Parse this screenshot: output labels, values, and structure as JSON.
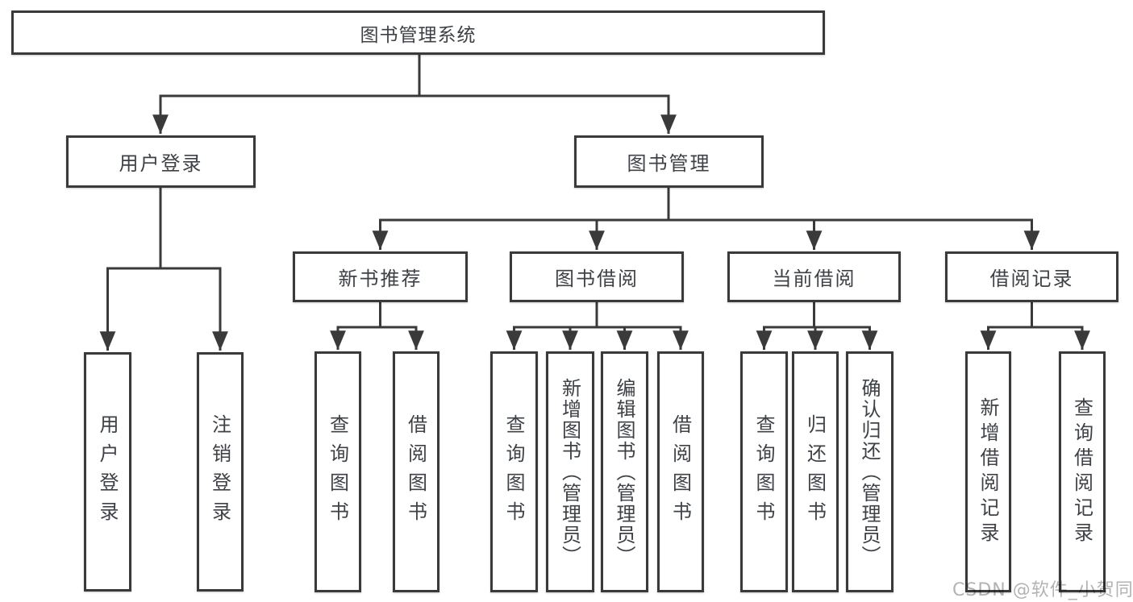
{
  "diagram": {
    "title": "图书管理系统",
    "branches": [
      {
        "label": "用户登录",
        "children": [
          {
            "label": "用户登录"
          },
          {
            "label": "注销登录"
          }
        ]
      },
      {
        "label": "图书管理",
        "children": [
          {
            "label": "新书推荐",
            "children": [
              {
                "label": "查询图书"
              },
              {
                "label": "借阅图书"
              }
            ]
          },
          {
            "label": "图书借阅",
            "children": [
              {
                "label": "查询图书"
              },
              {
                "label": "新增图书（管理员）"
              },
              {
                "label": "编辑图书（管理员）"
              },
              {
                "label": "借阅图书"
              }
            ]
          },
          {
            "label": "当前借阅",
            "children": [
              {
                "label": "查询图书"
              },
              {
                "label": "归还图书"
              },
              {
                "label": "确认归还（管理员）"
              }
            ]
          },
          {
            "label": "借阅记录",
            "children": [
              {
                "label": "新增借阅记录"
              },
              {
                "label": "查询借阅记录"
              }
            ]
          }
        ]
      }
    ]
  },
  "watermark": {
    "text": "CSDN @软件_小贺同学"
  },
  "colors": {
    "line": "#3a3a3a",
    "box_border": "#3a3a3a",
    "text": "#3e4146",
    "watermark": "#b3b3b3",
    "background": "#ffffff"
  }
}
